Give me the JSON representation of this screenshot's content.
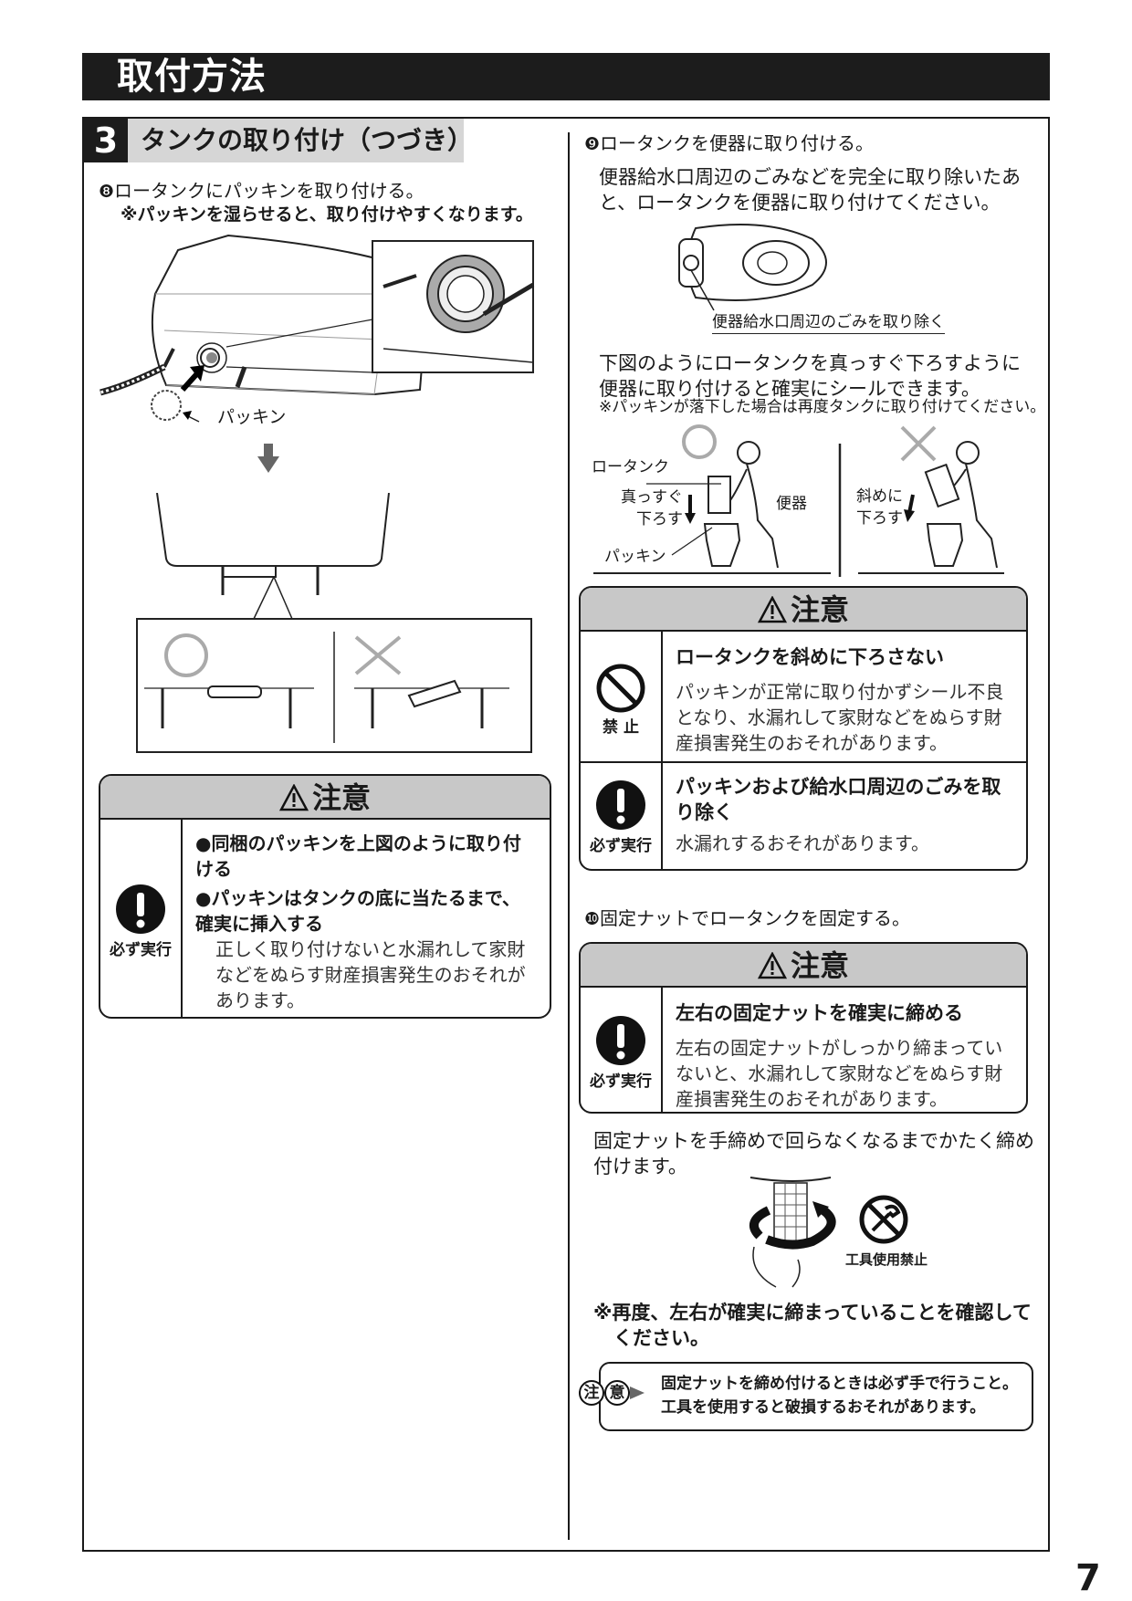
{
  "header": {
    "title": "取付方法"
  },
  "section": {
    "number": "3",
    "title": "タンクの取り付け（つづき）"
  },
  "left": {
    "step8": {
      "num": "❽",
      "text": "ロータンクにパッキンを取り付ける。",
      "note": "※パッキンを湿らせると、取り付けやすくなります。",
      "label_packing": "パッキン"
    },
    "caution": {
      "heading": "注意",
      "icon_label": "必ず実行",
      "bullet1": "●同梱のパッキンを上図のように取り付ける",
      "bullet2": "●パッキンはタンクの底に当たるまで、確実に挿入する",
      "body": "正しく取り付けないと水漏れして家財などをぬらす財産損害発生のおそれがあります。"
    }
  },
  "right": {
    "step9": {
      "num": "❾",
      "text": "ロータンクを便器に取り付ける。",
      "desc": "便器給水口周辺のごみなどを完全に取り除いたあと、ロータンクを便器に取り付けてください。",
      "label_remove": "便器給水口周辺のごみを取り除く",
      "desc2": "下図のようにロータンクを真っすぐ下ろすように便器に取り付けると確実にシールできます。",
      "note": "※パッキンが落下した場合は再度タンクに取り付けてください。",
      "label_lowtank": "ロータンク",
      "label_straight": "真っすぐ\n下ろす",
      "label_toilet": "便器",
      "label_packing": "パッキン",
      "label_diagonal": "斜めに\n下ろす"
    },
    "caution1": {
      "heading": "注意",
      "row1": {
        "icon_label": "禁 止",
        "title": "ロータンクを斜めに下ろさない",
        "body": "パッキンが正常に取り付かずシール不良となり、水漏れして家財などをぬらす財産損害発生のおそれがあります。"
      },
      "row2": {
        "icon_label": "必ず実行",
        "title": "パッキンおよび給水口周辺のごみを取り除く",
        "body": "水漏れするおそれがあります。"
      }
    },
    "step10": {
      "num": "❿",
      "text": "固定ナットでロータンクを固定する。"
    },
    "caution2": {
      "heading": "注意",
      "icon_label": "必ず実行",
      "title": "左右の固定ナットを確実に締める",
      "body": "左右の固定ナットがしっかり締まっていないと、水漏れして家財などをぬらす財産損害発生のおそれがあります。"
    },
    "tighten": {
      "text": "固定ナットを手締めで回らなくなるまでかたく締め付けます。",
      "label_tool": "工具使用禁止",
      "recheck": "※再度、左右が確実に締まっていることを確認してください。"
    },
    "notice": {
      "badge1": "注",
      "badge2": "意",
      "line1": "固定ナットを締め付けるときは必ず手で行うこと。",
      "line2": "工具を使用すると破損するおそれがあります。"
    }
  },
  "page": {
    "number": "7"
  }
}
